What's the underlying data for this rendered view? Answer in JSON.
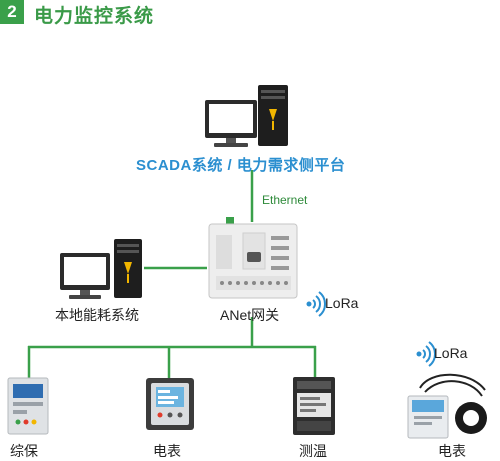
{
  "header": {
    "number": "2",
    "title": "电力监控系统"
  },
  "nodes": {
    "scada_platform": "SCADA系统 / 电力需求侧平台",
    "ethernet_link": "Ethernet",
    "local_system": "本地能耗系统",
    "gateway": "ANet网关",
    "gateway_lora": "LoRa",
    "device_lora": "LoRa"
  },
  "devices": [
    "综保",
    "电表",
    "测温",
    "电表"
  ],
  "colors": {
    "green": "#3aa04a",
    "blue": "#2b8fd0"
  }
}
